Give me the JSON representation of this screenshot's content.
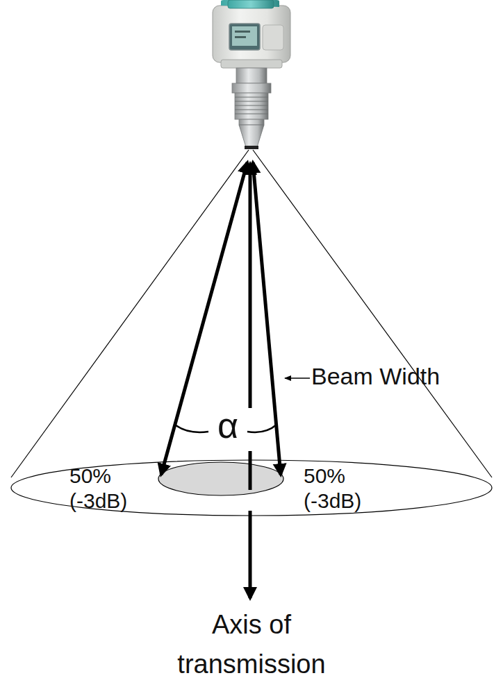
{
  "diagram": {
    "labels": [
      "Beam Width",
      "α",
      "50% (-3dB)",
      "50% (-3dB)",
      "Axis of transmission"
    ]
  }
}
